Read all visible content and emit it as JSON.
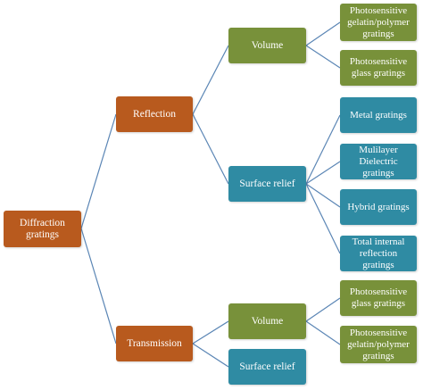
{
  "colors": {
    "root": "#b85a1e",
    "category": "#b85a1e",
    "volume": "#78913a",
    "volume_leaf": "#78913a",
    "surface": "#2f8ba3",
    "surface_leaf": "#2f8ba3",
    "connector": "#5b86b5"
  },
  "root": {
    "label": "Diffraction\ngratings"
  },
  "reflection": {
    "label": "Reflection",
    "volume": {
      "label": "Volume",
      "children": [
        "Photosensitive\ngelatin/polymer\ngratings",
        "Photosensitive\nglass gratings"
      ]
    },
    "surface_relief": {
      "label": "Surface relief",
      "children": [
        "Metal gratings",
        "Mulilayer\nDielectric gratings",
        "Hybrid gratings",
        "Total internal\nreflection gratings"
      ]
    }
  },
  "transmission": {
    "label": "Transmission",
    "volume": {
      "label": "Volume",
      "children": [
        "Photosensitive\nglass gratings",
        "Photosensitive\ngelatin/polymer\ngratings"
      ]
    },
    "surface_relief": {
      "label": "Surface relief"
    }
  }
}
